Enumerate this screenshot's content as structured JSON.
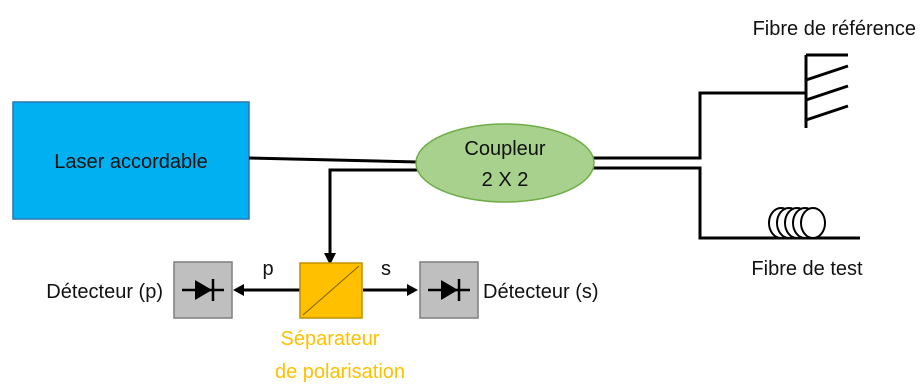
{
  "colors": {
    "laser_fill": "#00B0F0",
    "laser_stroke": "#2E75B6",
    "coupler_fill": "#A9D18E",
    "coupler_stroke": "#70AD47",
    "detector_fill": "#BFBFBF",
    "detector_stroke": "#7F7F7F",
    "splitter_fill": "#FFC000",
    "splitter_stroke": "#BF9000",
    "splitter_label": "#FFC000",
    "line": "#000000"
  },
  "laser": {
    "label": "Laser accordable"
  },
  "coupler": {
    "line1": "Coupleur",
    "line2": "2 X 2"
  },
  "reference_fiber": {
    "label": "Fibre de référence"
  },
  "test_fiber": {
    "label": "Fibre de test"
  },
  "detector_p": {
    "label": "Détecteur (p)",
    "icon": "photodiode-icon"
  },
  "detector_s": {
    "label": "Détecteur (s)",
    "icon": "photodiode-icon"
  },
  "splitter": {
    "line1": "Séparateur",
    "line2": "de polarisation"
  },
  "branches": {
    "p": "p",
    "s": "s"
  }
}
